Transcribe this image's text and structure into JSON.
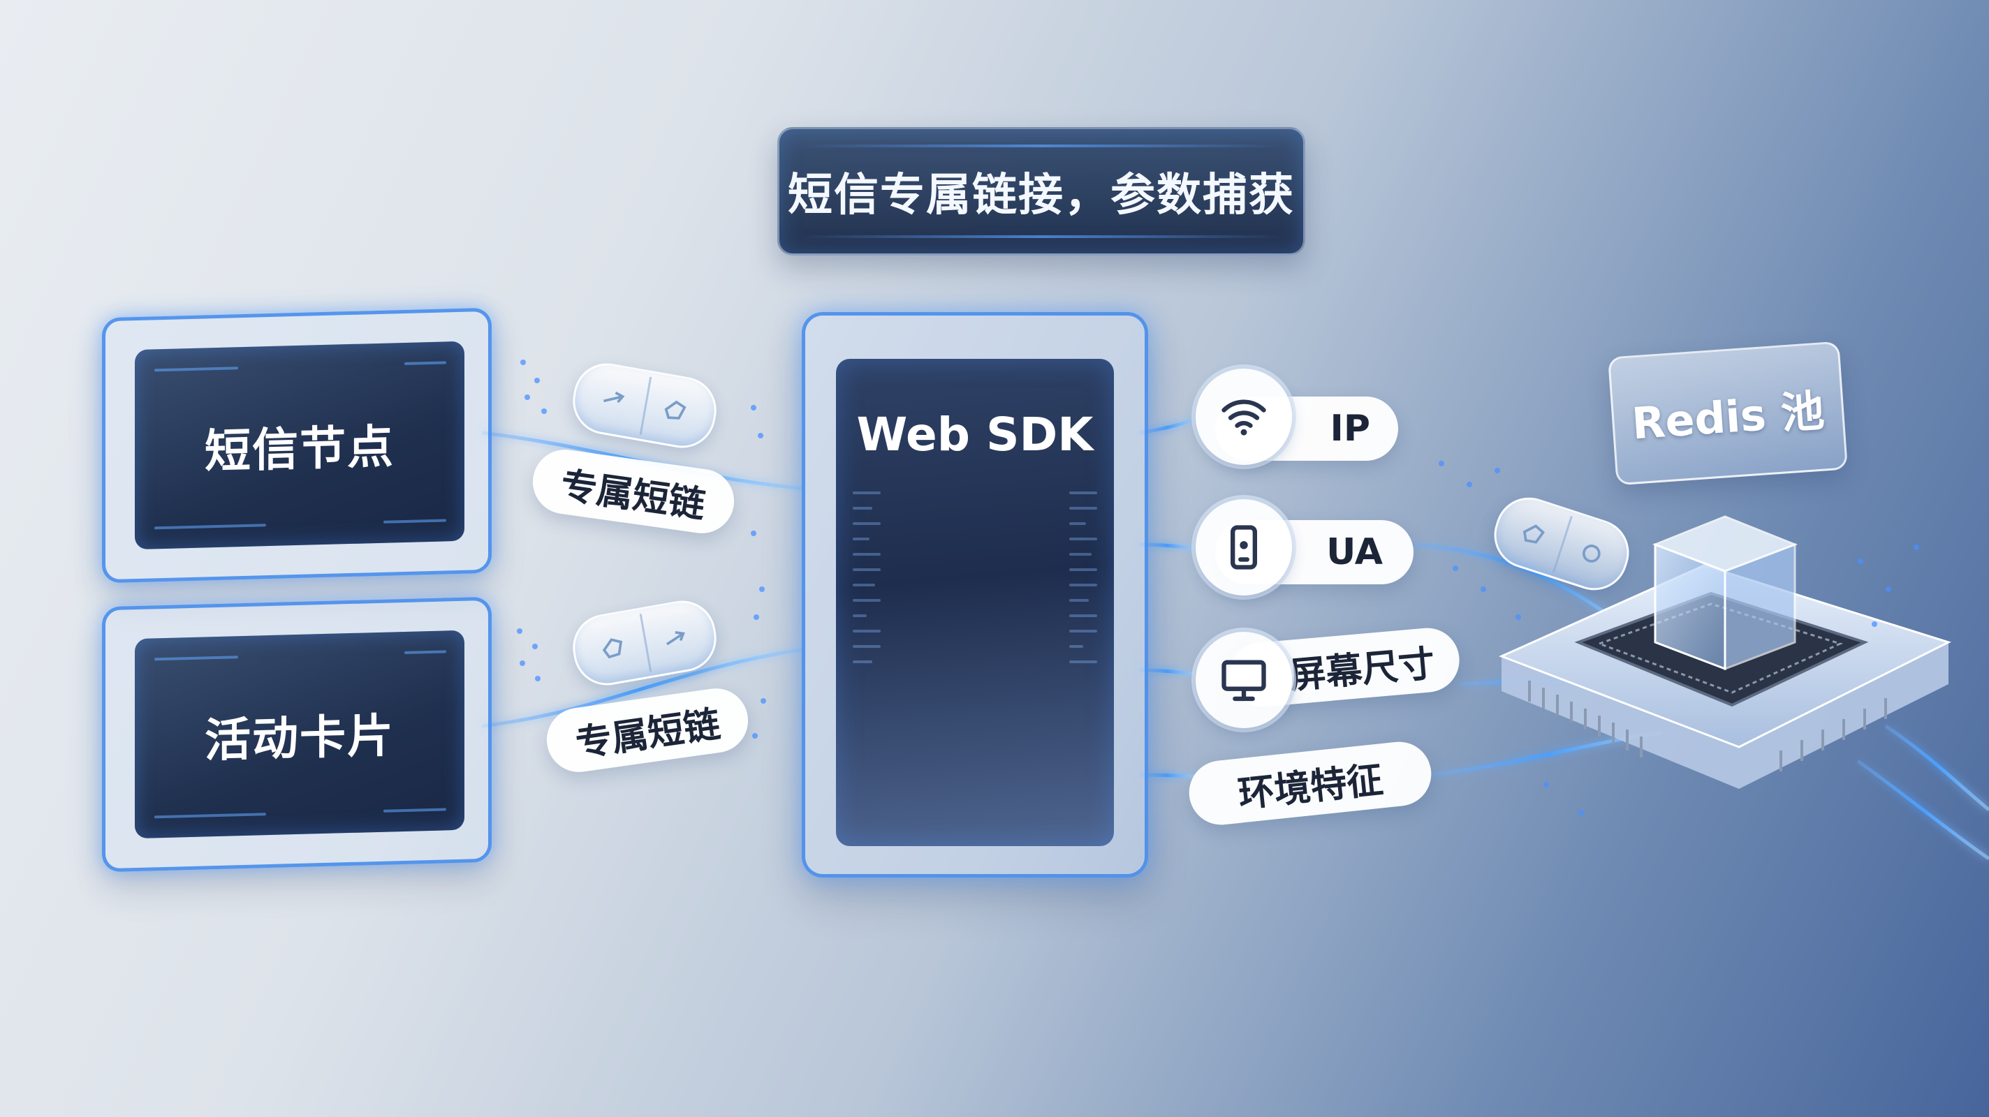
{
  "title": "短信专属链接，参数捕获",
  "sources": [
    {
      "label": "短信节点",
      "link_label": "专属短链"
    },
    {
      "label": "活动卡片",
      "link_label": "专属短链"
    }
  ],
  "sdk": {
    "label": "Web SDK"
  },
  "params": [
    {
      "label": "IP",
      "icon": "wifi-icon"
    },
    {
      "label": "UA",
      "icon": "phone-icon"
    },
    {
      "label": "屏幕尺寸",
      "icon": "monitor-icon"
    },
    {
      "label": "环境特征",
      "icon": ""
    }
  ],
  "redis": {
    "label": "Redis 池"
  },
  "colors": {
    "accent": "#3f8cff",
    "panel_dark": "#1f2f4e",
    "glow": "#6fb0ff"
  }
}
